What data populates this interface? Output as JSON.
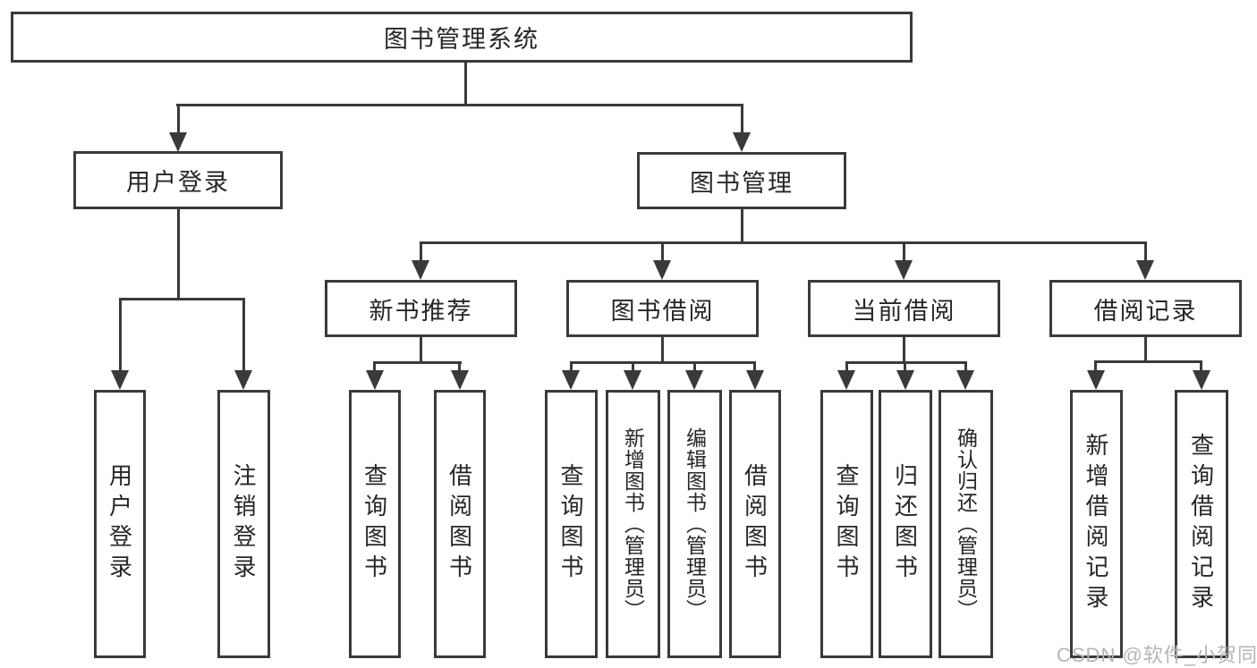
{
  "tree": {
    "label": "图书管理系统",
    "children": [
      {
        "label": "用户登录",
        "children": [
          {
            "label": "用户登录"
          },
          {
            "label": "注销登录"
          }
        ]
      },
      {
        "label": "图书管理",
        "children": [
          {
            "label": "新书推荐",
            "children": [
              {
                "label": "查询图书"
              },
              {
                "label": "借阅图书"
              }
            ]
          },
          {
            "label": "图书借阅",
            "children": [
              {
                "label": "查询图书"
              },
              {
                "label": "新增图书（管理员）"
              },
              {
                "label": "编辑图书（管理员）"
              },
              {
                "label": "借阅图书"
              }
            ]
          },
          {
            "label": "当前借阅",
            "children": [
              {
                "label": "查询图书"
              },
              {
                "label": "归还图书"
              },
              {
                "label": "确认归还（管理员）"
              }
            ]
          },
          {
            "label": "借阅记录",
            "children": [
              {
                "label": "新增借阅记录"
              },
              {
                "label": "查询借阅记录"
              }
            ]
          }
        ]
      }
    ]
  },
  "watermark": {
    "text": "CSDN @软件_小贺同学"
  },
  "colors": {
    "line": "#3a3a3a",
    "text": "#262626",
    "watermark": "#b5b5b5",
    "background": "#ffffff"
  }
}
